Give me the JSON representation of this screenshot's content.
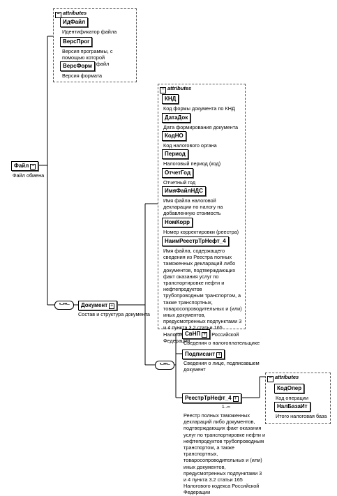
{
  "attributes_label": "attributes",
  "root": {
    "name": "Файл",
    "desc": "Файл обмена"
  },
  "root_attributes": [
    {
      "name": "ИдФайл",
      "desc": "Идентификатор файла"
    },
    {
      "name": "ВерсПрог",
      "desc": "Версия программы, с помощью которой сформирован файл"
    },
    {
      "name": "ВерсФорм",
      "desc": "Версия формата"
    }
  ],
  "document": {
    "name": "Документ",
    "desc": "Состав и структура документа"
  },
  "document_attributes": [
    {
      "name": "КНД",
      "desc": "Код формы документа по КНД"
    },
    {
      "name": "ДатаДок",
      "desc": "Дата формирования документа"
    },
    {
      "name": "КодНО",
      "desc": "Код налогового органа"
    },
    {
      "name": "Период",
      "desc": "Налоговый период (код)"
    },
    {
      "name": "ОтчетГод",
      "desc": "Отчетный год"
    },
    {
      "name": "ИмяФайлНДС",
      "desc": "Имя файла налоговой декларации по налогу на добавленную стоимость"
    },
    {
      "name": "НомКорр",
      "desc": "Номер корректировки (реестра)"
    },
    {
      "name": "НаимРеестрТрНефт_4",
      "desc": "Имя файла, содержащего сведения из Реестра полных таможенных деклараций либо документов, подтверждающих факт оказания услуг по транспортировке нефти и нефтепродуктов трубопроводным транспортом, а также транспортных, товаросопроводительных и (или) иных документов, предусмотренных подпунктами 3 и 4 пункта 3.2 статьи 165 Налогового кодекса Российской Федерации"
    }
  ],
  "children": [
    {
      "name": "СвНП",
      "desc": "Сведения о налогоплательщике"
    },
    {
      "name": "Подписант",
      "desc": "Сведения о лице, подписавшем документ"
    }
  ],
  "registry": {
    "name": "РеестрТрНефт_4",
    "multiplicity": "1..∞",
    "desc": "Реестр полных таможенных деклараций либо документов, подтверждающих факт оказания услуг по транспортировке нефти и нефтепродуктов трубопроводным транспортом, а также транспортных, товаросопроводительных и (или) иных документов, предусмотренных подпунктами 3 и 4 пункта 3.2 статьи 165 Налогового кодекса Российской Федерации"
  },
  "registry_attributes": [
    {
      "name": "КодОпер",
      "desc": "Код операции"
    },
    {
      "name": "НалБазаИт",
      "desc": "Итого налоговая база"
    }
  ]
}
